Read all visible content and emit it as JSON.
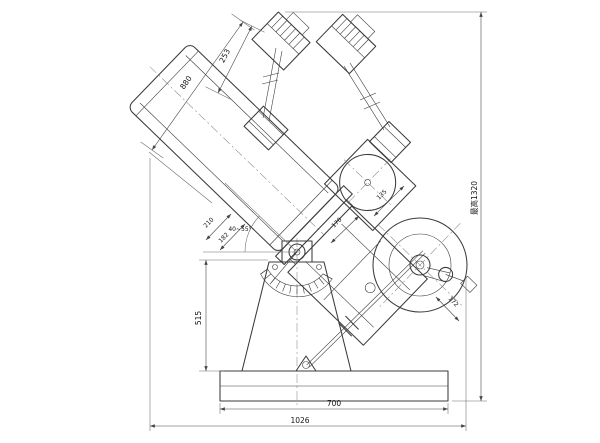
{
  "drawing": {
    "dimensions": {
      "block_width": "253",
      "drum_length": "880",
      "tilt_angle_range": "40~55°",
      "drum_outer_dia": "210",
      "drum_inner_dia": "182",
      "pulley_offset": "135",
      "gearbox_width": "170",
      "crank_radius": "172",
      "stand_height": "515",
      "base_length": "700",
      "overall_length": "1026",
      "max_height": "最高1320"
    }
  }
}
